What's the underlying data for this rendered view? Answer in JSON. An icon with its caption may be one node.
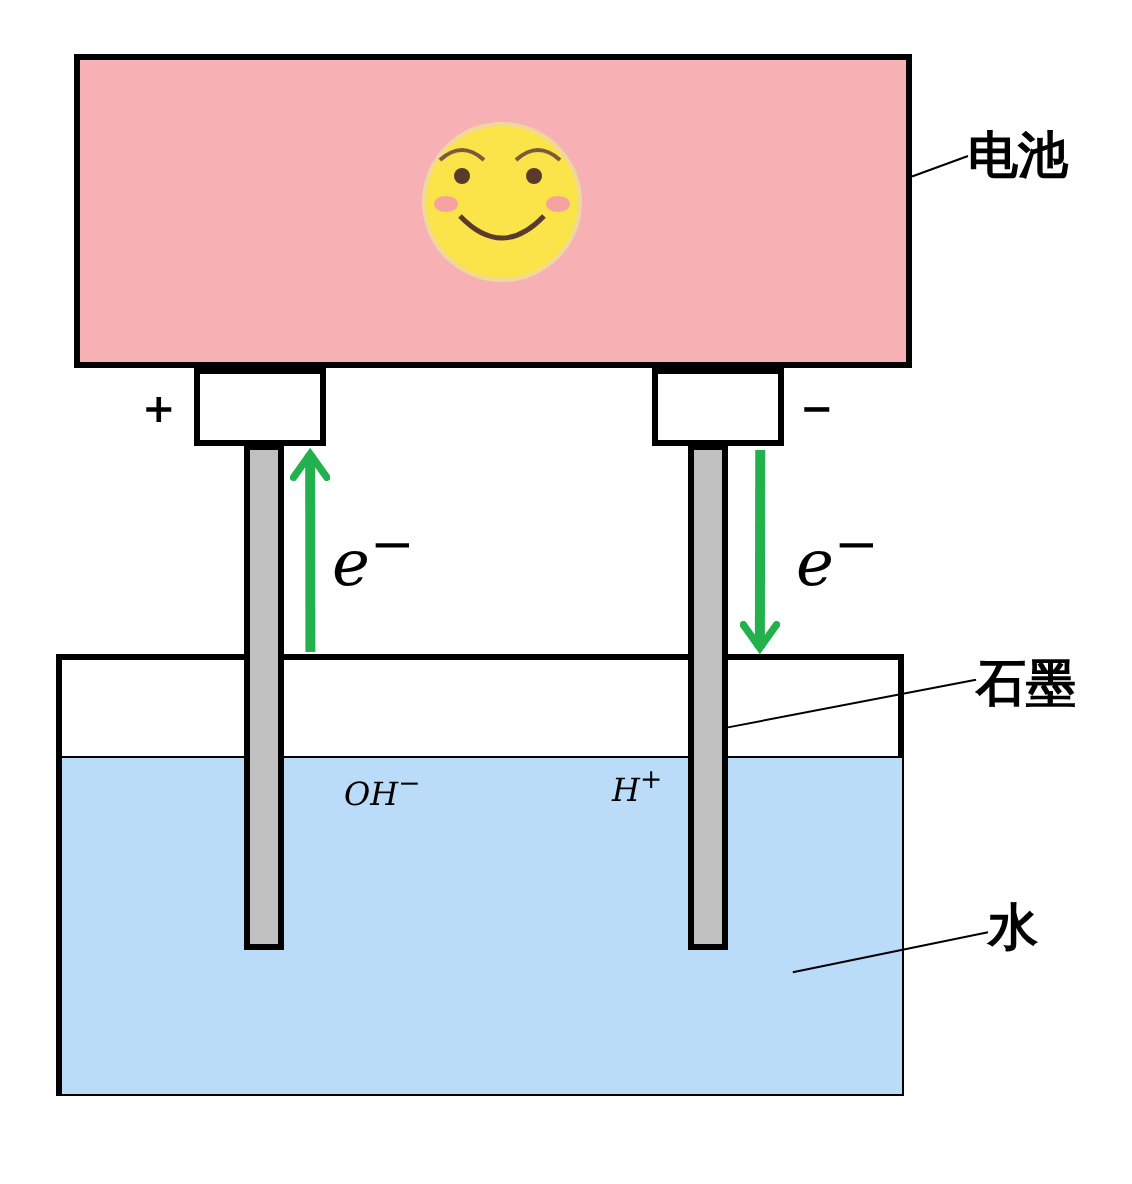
{
  "diagram": {
    "nodes": [
      {
        "text": [],
        "shape": "box"
      },
      {
        "text": [
          "电池"
        ]
      },
      {
        "text": [],
        "shape": "box",
        "beside": [
          "+"
        ]
      },
      {
        "text": [],
        "shape": "box",
        "beside": [
          "−"
        ]
      },
      {
        "text": [],
        "shape": "bar"
      },
      {
        "text": [],
        "shape": "bar"
      },
      {
        "text": [],
        "shape": "box"
      },
      {
        "text": [],
        "shape": "box",
        "in": 6
      },
      {
        "text": [
          "石墨"
        ]
      },
      {
        "text": [
          "水"
        ]
      }
    ],
    "edges": [
      {
        "from": 1,
        "to": 0,
        "arrow": "none"
      },
      {
        "from": 8,
        "to": 5,
        "arrow": "none"
      },
      {
        "from": 9,
        "to": 7,
        "arrow": "none"
      },
      {
        "from": 6,
        "to": 2,
        "arrow": "to",
        "label": "e$^{−}$",
        "style": "thick",
        "color": "#22b14c"
      },
      {
        "from": 3,
        "to": 6,
        "arrow": "to",
        "label": "e$^{−}$",
        "style": "thick",
        "color": "#22b14c"
      }
    ],
    "labels": [
      "OH$^{−}$",
      "H$^{+}$"
    ]
  }
}
